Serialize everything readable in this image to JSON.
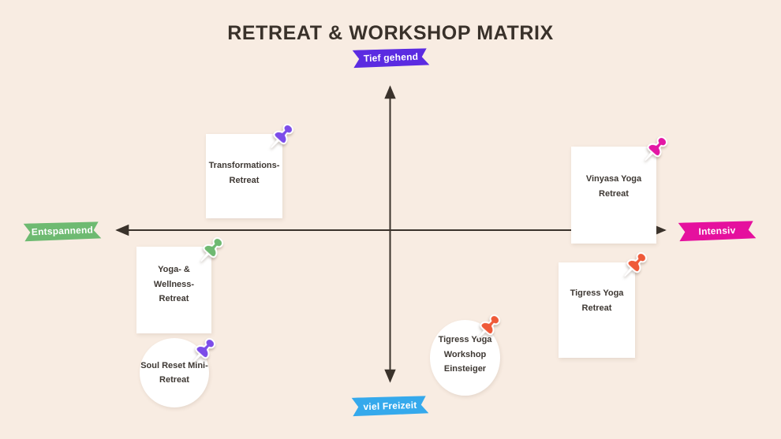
{
  "title": "RETREAT & WORKSHOP MATRIX",
  "background_color": "#f8ece2",
  "axis_color": "#3a322b",
  "axes": {
    "top": {
      "label": "Tief gehend",
      "color": "#5b2be1"
    },
    "right": {
      "label": "Intensiv",
      "color": "#e5109e"
    },
    "left": {
      "label": "Entspannend",
      "color": "#6eba71"
    },
    "bottom": {
      "label": "viel Freizeit",
      "color": "#35a9ec"
    }
  },
  "items": [
    {
      "name": "transformations-retreat",
      "shape": "square",
      "quadrant": "top-left",
      "lines": [
        "Transformations-",
        "Retreat"
      ],
      "pin_color": "#7c4ce9"
    },
    {
      "name": "vinyasa-yoga-retreat",
      "shape": "square",
      "quadrant": "top-right",
      "lines": [
        "Vinyasa Yoga",
        "Retreat"
      ],
      "pin_color": "#e316a4"
    },
    {
      "name": "yoga-wellness-retreat",
      "shape": "square",
      "quadrant": "bottom-left",
      "lines": [
        "Yoga- &",
        "Wellness-",
        "Retreat"
      ],
      "pin_color": "#6fb971"
    },
    {
      "name": "tigress-yoga-retreat",
      "shape": "square",
      "quadrant": "bottom-right",
      "lines": [
        "Tigress Yoga",
        "Retreat"
      ],
      "pin_color": "#ef5a39"
    },
    {
      "name": "soul-reset-mini-retreat",
      "shape": "circle",
      "quadrant": "bottom-left",
      "lines": [
        "Soul Reset Mini-",
        "Retreat"
      ],
      "pin_color": "#7c4ce9"
    },
    {
      "name": "tigress-yoga-workshop-einsteiger",
      "shape": "circle",
      "quadrant": "bottom-middle",
      "lines": [
        "Tigress Yoga",
        "Workshop",
        "Einsteiger"
      ],
      "pin_color": "#ef5a39"
    }
  ]
}
